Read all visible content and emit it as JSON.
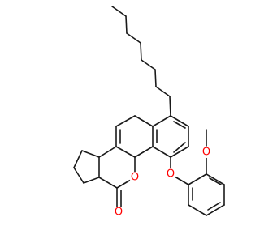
{
  "molecule": {
    "atoms": [
      {
        "label": "O",
        "color": "#ff0000"
      },
      {
        "label": "O",
        "color": "#ff0000"
      },
      {
        "label": "O",
        "color": "#ff0000"
      },
      {
        "label": "O",
        "color": "#ff0000"
      }
    ]
  },
  "colors": {
    "bond": "#1a1a1a",
    "oxygen": "#ff0000",
    "background": "#ffffff"
  }
}
